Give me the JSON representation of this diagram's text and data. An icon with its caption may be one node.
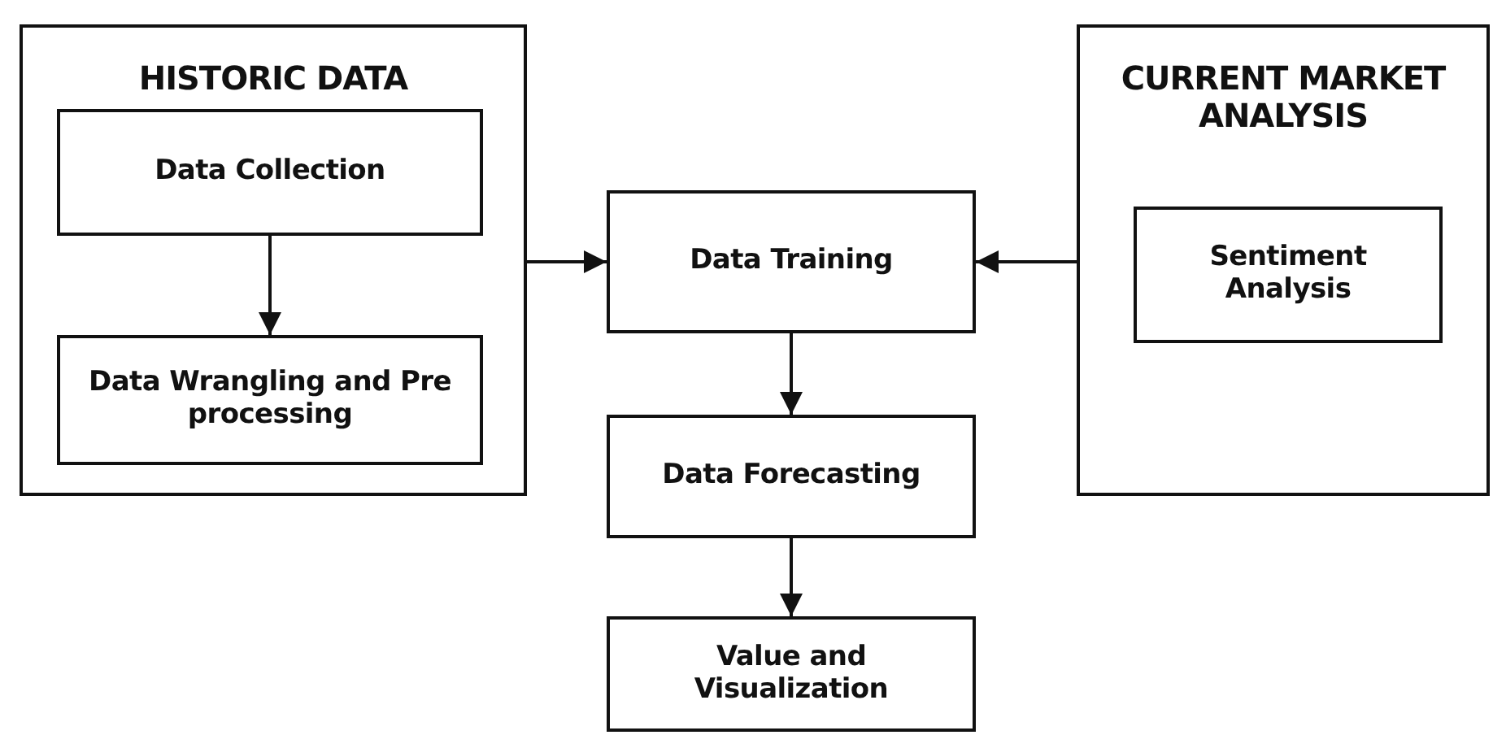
{
  "diagram": {
    "nodes": [
      {
        "text": [
          "HISTORIC DATA"
        ]
      },
      {
        "text": [
          "Data Collection"
        ],
        "in": 0
      },
      {
        "text": [
          "Data Wrangling and Pre processing"
        ],
        "in": 0
      },
      {
        "text": [
          "CURRENT MARKET ANALYSIS"
        ]
      },
      {
        "text": [
          "Sentiment Analysis"
        ],
        "in": 3
      },
      {
        "text": [
          "Data Training"
        ]
      },
      {
        "text": [
          "Data Forecasting"
        ]
      },
      {
        "text": [
          "Value and Visualization"
        ]
      }
    ],
    "edges": [
      {
        "from": 1,
        "to": 2,
        "arrow": "to"
      },
      {
        "from": 0,
        "to": 5,
        "arrow": "to"
      },
      {
        "from": 3,
        "to": 5,
        "arrow": "to"
      },
      {
        "from": 5,
        "to": 6,
        "arrow": "to"
      },
      {
        "from": 6,
        "to": 7,
        "arrow": "to"
      }
    ]
  }
}
